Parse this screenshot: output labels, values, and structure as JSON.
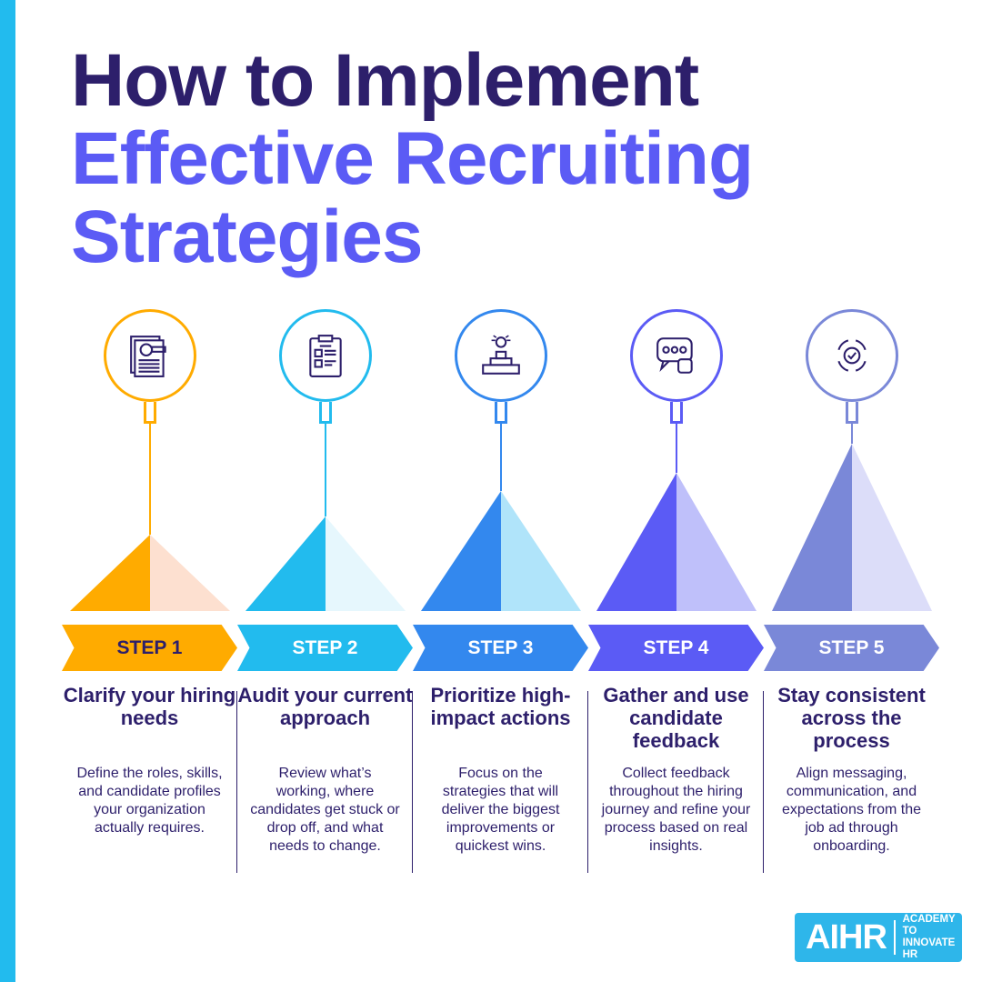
{
  "title": {
    "line1": "How to Implement",
    "line2": "Effective Recruiting",
    "line3": "Strategies"
  },
  "steps": [
    {
      "label": "STEP 1",
      "heading": "Clarify your hiring needs",
      "body": "Define the roles, skills, and candidate profiles your organization actually requires.",
      "icon": "resume-search-icon",
      "color": "#FFAB00",
      "light": "#FDE0D0",
      "text": "#2D1F6B"
    },
    {
      "label": "STEP 2",
      "heading": "Audit your current approach",
      "body": "Review what’s working, where candidates get stuck or drop off, and what needs to change.",
      "icon": "clipboard-checklist-icon",
      "color": "#22BBEE",
      "light": "#E6F7FD",
      "text": "#ffffff"
    },
    {
      "label": "STEP 3",
      "heading": "Prioritize high-impact actions",
      "body": "Focus on the strategies that will deliver the biggest improvements or quickest wins.",
      "icon": "podium-icon",
      "color": "#3388EE",
      "light": "#B0E4FA",
      "text": "#ffffff"
    },
    {
      "label": "STEP 4",
      "heading": "Gather and use candidate feedback",
      "body": "Collect feedback throughout the hiring journey and refine your process based on real insights.",
      "icon": "feedback-chat-icon",
      "color": "#5B5BF5",
      "light": "#BFC0FA",
      "text": "#ffffff"
    },
    {
      "label": "STEP 5",
      "heading": "Stay consistent across the process",
      "body": "Align messaging, communication, and expectations from the job ad through onboarding.",
      "icon": "cycle-check-icon",
      "color": "#7A88D8",
      "light": "#DCDDF9",
      "text": "#ffffff"
    }
  ],
  "logo": {
    "text": "AIHR",
    "tagline1": "ACADEMY TO",
    "tagline2": "INNOVATE HR"
  }
}
